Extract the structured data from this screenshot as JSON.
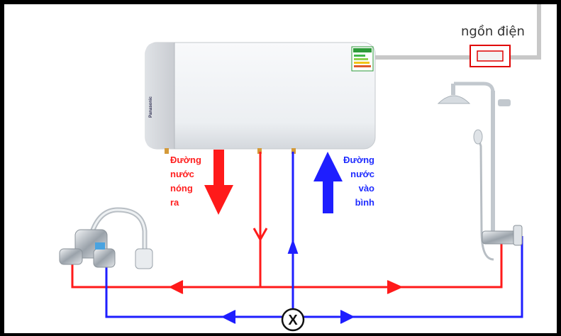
{
  "power": {
    "label": "ngồn điện"
  },
  "heater": {
    "brand": "Panasonic"
  },
  "labels": {
    "hot": [
      "Đường",
      "nước",
      "nóng",
      "ra"
    ],
    "cold": [
      "Đường",
      "nước",
      "vào",
      "bình"
    ]
  },
  "valve": {
    "symbol": "X"
  },
  "colors": {
    "hot_line": "#ff1a1a",
    "cold_line": "#1e1eff",
    "power_cable": "#c8c8c8",
    "outlet_border": "#e00000",
    "tank_body": "#f2f3f5",
    "tank_side": "#d8dbe0"
  },
  "icons": {
    "shower": "shower-icon",
    "faucet": "kitchen-faucet-icon",
    "valve": "valve-icon",
    "outlet": "power-outlet-icon",
    "energy": "energy-label-icon"
  }
}
